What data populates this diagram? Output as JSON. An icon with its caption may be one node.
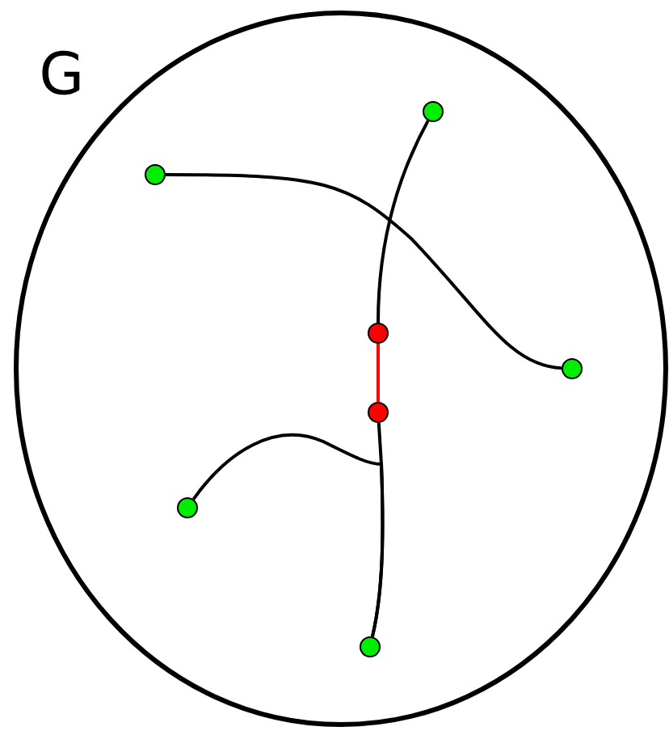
{
  "diagram": {
    "nodes": [
      {
        "text": [
          "G"
        ]
      },
      {
        "text": [],
        "shape": "circle",
        "in": 0
      },
      {
        "text": [],
        "shape": "circle",
        "in": 0
      },
      {
        "text": [],
        "shape": "circle",
        "in": 0
      },
      {
        "text": [],
        "shape": "circle",
        "in": 0
      },
      {
        "text": [],
        "shape": "circle",
        "in": 0
      },
      {
        "text": [],
        "shape": "circle",
        "in": 0
      },
      {
        "text": [],
        "shape": "circle",
        "in": 0
      }
    ],
    "edges": [
      {
        "from": 1,
        "to": 3,
        "arrow": "none"
      },
      {
        "from": 3,
        "to": 5,
        "arrow": "none",
        "color": "#ff0000"
      },
      {
        "from": 2,
        "to": 4,
        "arrow": "none"
      },
      {
        "from": 5,
        "to": 7,
        "arrow": "none"
      },
      {
        "from": 6,
        "to": 7,
        "arrow": "none"
      }
    ]
  }
}
